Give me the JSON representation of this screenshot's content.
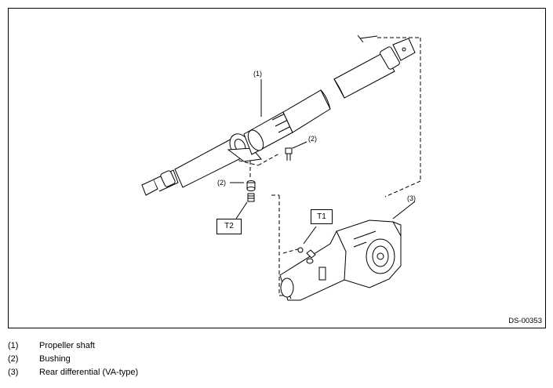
{
  "figure": {
    "code": "DS-00353",
    "callouts": {
      "c1": "(1)",
      "c2a": "(2)",
      "c2b": "(2)",
      "c3": "(3)"
    },
    "torque_labels": {
      "t1": "T1",
      "t2": "T2"
    }
  },
  "legend": {
    "items": [
      {
        "num": "(1)",
        "text": "Propeller shaft"
      },
      {
        "num": "(2)",
        "text": "Bushing"
      },
      {
        "num": "(3)",
        "text": "Rear differential (VA-type)"
      }
    ]
  }
}
